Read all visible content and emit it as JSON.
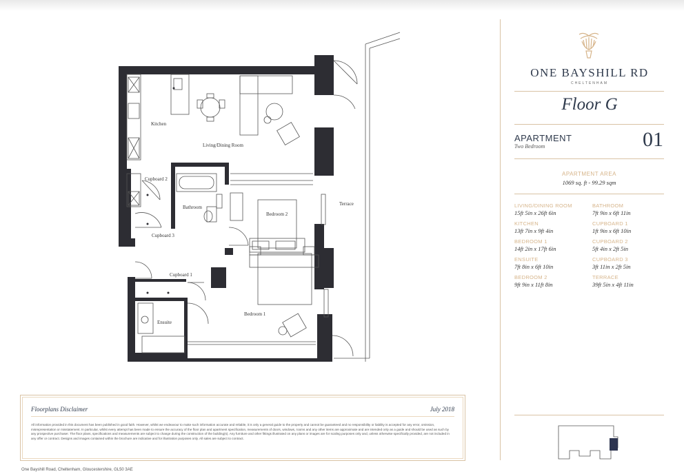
{
  "brand": {
    "name": "ONE BAYSHILL RD",
    "city": "CHELTENHAM"
  },
  "floor": "Floor G",
  "apartment": {
    "type_label": "APARTMENT",
    "subtitle": "Two Bedroom",
    "number": "01",
    "area_label": "APARTMENT AREA",
    "area_value": "1069 sq. ft - 99.29 sqm"
  },
  "dimensions": [
    {
      "name": "LIVING/DINING ROOM",
      "value": "15ft 5in x 26ft 6in"
    },
    {
      "name": "BATHROOM",
      "value": "7ft 9in x 6ft 11in"
    },
    {
      "name": "KITCHEN",
      "value": "13ft 7in x 9ft 4in"
    },
    {
      "name": "CUPBOARD 1",
      "value": "1ft 9in x 6ft 10in"
    },
    {
      "name": "BEDROOM 1",
      "value": "14ft 2in x 17ft 6in"
    },
    {
      "name": "CUPBOARD 2",
      "value": "5ft 4in x 2ft 5in"
    },
    {
      "name": "ENSUITE",
      "value": "7ft 8in x 6ft 10in"
    },
    {
      "name": "CUPBOARD 3",
      "value": "3ft 11in x 2ft 5in"
    },
    {
      "name": "BEDROOM 2",
      "value": "9ft 9in x 11ft 8in"
    },
    {
      "name": "TERRACE",
      "value": "39ft 5in x 4ft 11in"
    }
  ],
  "rooms": {
    "kitchen": "Kitchen",
    "living": "Living/Dining Room",
    "cupboard2": "Cupboard 2",
    "bathroom": "Bathroom",
    "bedroom2": "Bedroom 2",
    "cupboard3": "Cupboard 3",
    "cupboard1": "Cupboard 1",
    "ensuite": "Ensuite",
    "bedroom1": "Bedroom 1",
    "terrace": "Terrace"
  },
  "disclaimer": {
    "title": "Floorplans Disclaimer",
    "date": "July 2018",
    "text": "All information provided in this document has been published in good faith. However, whilst we endeavour to make such information accurate and reliable, it is only a general guide to the property and cannot be guaranteed and no responsibility or liability is accepted for any error, omission, misrepresentation or misstatement. In particular, whilst every attempt has been made to ensure the accuracy of the floor plan and apartment specification, measurements of doors, windows, rooms and any other items are approximate and are intended only as a guide and should be used as such by any prospective purchaser. The floor plans, specifications and measurements are subject to change during the construction of the building(s). Any furniture and other fittings illustrated on any plans or images are for scaling purposes only and, unless otherwise specifically provided, are not included in any offer or contract. Designs and images contained within the brochure are indicative and for illustration purposes only. All sales are subject to contract."
  },
  "footer": "One Bayshill Road, Cheltenham, Gloucestershire, GL50 3AE",
  "colors": {
    "wall": "#2d2d33",
    "gold": "#d6b48a",
    "navy": "#2f3a4c",
    "keyplan_highlight": "#2d3550"
  }
}
